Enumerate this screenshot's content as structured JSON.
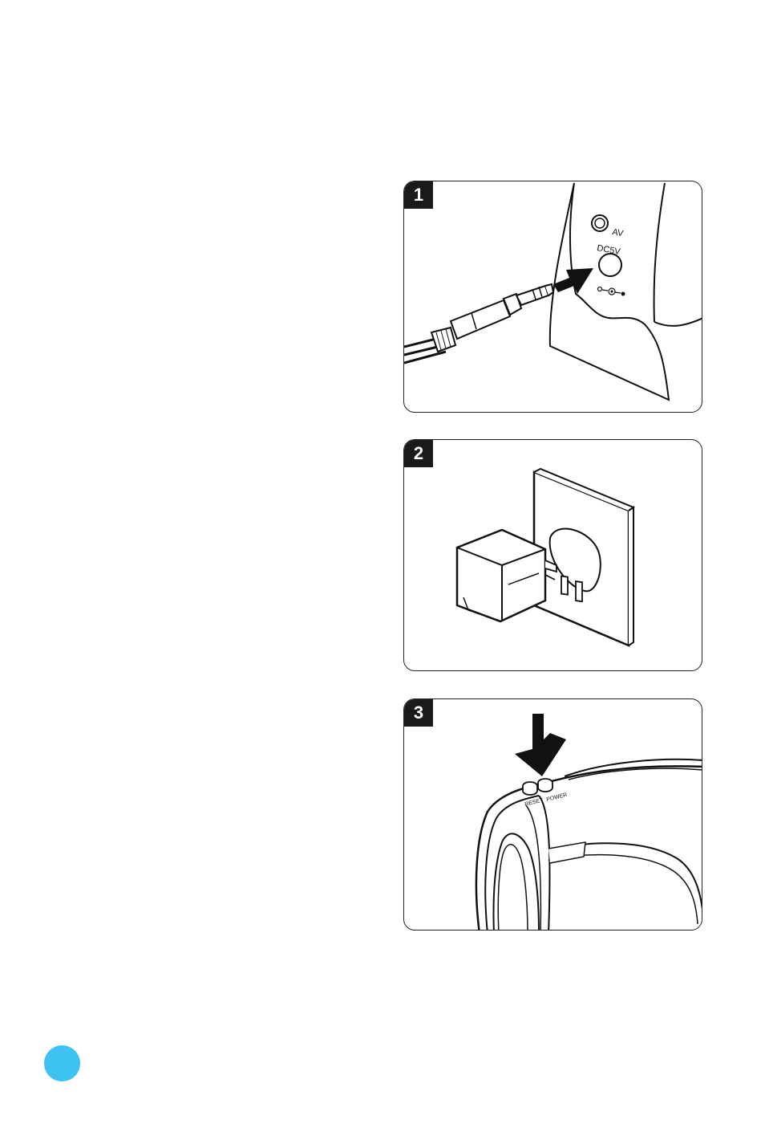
{
  "steps": [
    {
      "number": "1",
      "jack_labels": {
        "av": "AV",
        "dc": "DC5V"
      }
    },
    {
      "number": "2"
    },
    {
      "number": "3",
      "button_labels": {
        "reset": "RESET",
        "power": "POWER"
      }
    }
  ],
  "colors": {
    "page_dot": "#3dc2f2",
    "badge": "#1a1a1a"
  },
  "icons": [
    "plug-arrow-icon",
    "press-arrow-icon"
  ]
}
